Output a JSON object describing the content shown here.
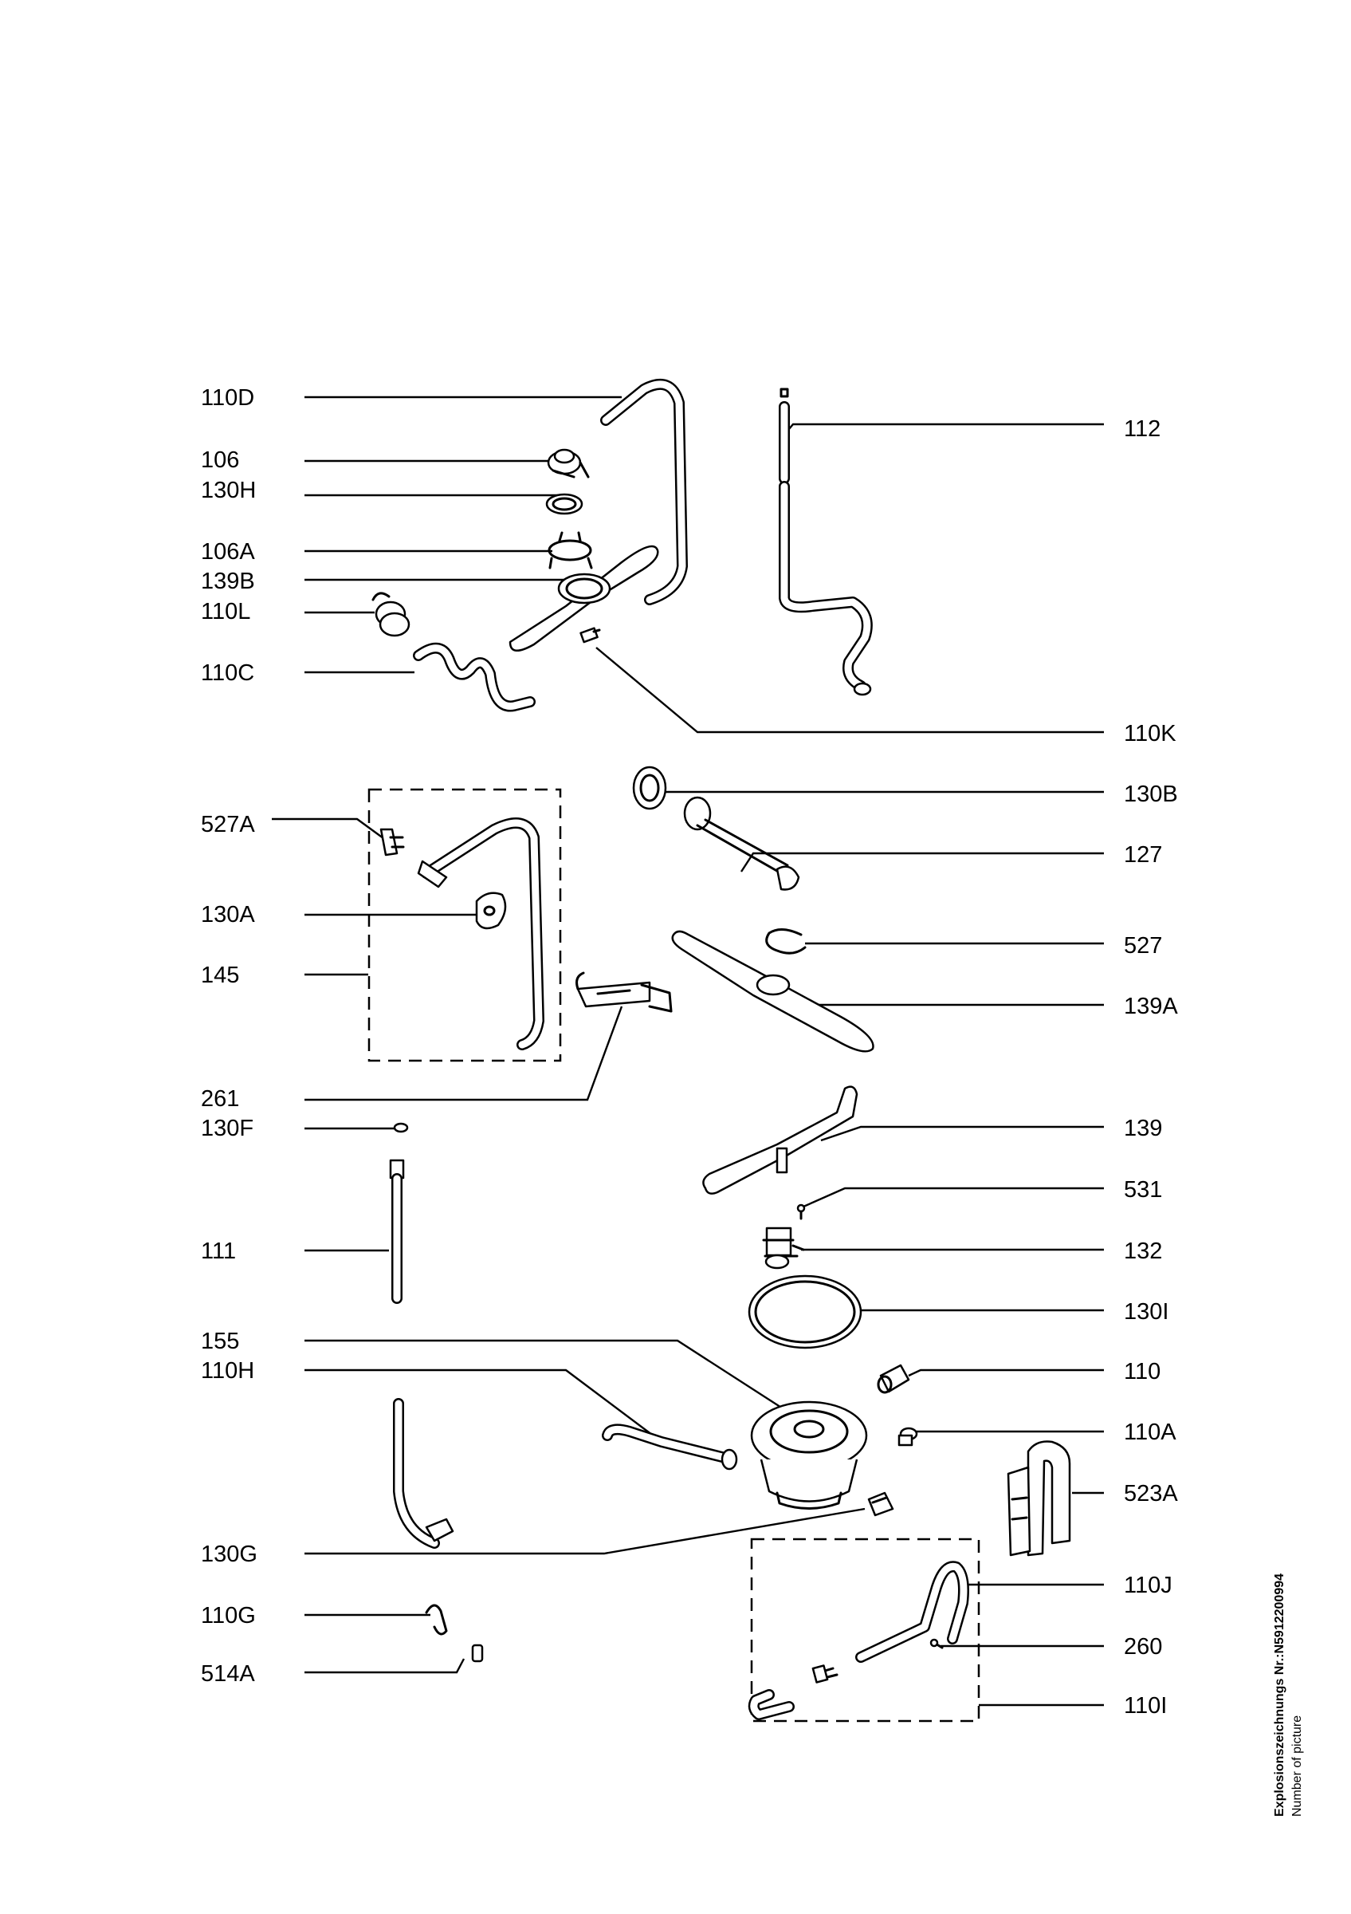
{
  "labels": {
    "l110D": "110D",
    "l106": "106",
    "l130H": "130H",
    "l106A": "106A",
    "l139B": "139B",
    "l110L": "110L",
    "l110C": "110C",
    "l527A": "527A",
    "l130A": "130A",
    "l145": "145",
    "l261": "261",
    "l130F": "130F",
    "l111": "111",
    "l155": "155",
    "l110H": "110H",
    "l130G": "130G",
    "l110G": "110G",
    "l514A": "514A",
    "l112": "112",
    "l110K": "110K",
    "l130B": "130B",
    "l127": "127",
    "l527": "527",
    "l139A": "139A",
    "l139": "139",
    "l531": "531",
    "l132": "132",
    "l130I": "130I",
    "l110": "110",
    "l110A": "110A",
    "l523A": "523A",
    "l110J": "110J",
    "l260": "260",
    "l110I": "110I"
  },
  "footer": {
    "picture_id": "Explosionszeichnungs Nr.:N5912200994",
    "caption": "Number of picture"
  }
}
